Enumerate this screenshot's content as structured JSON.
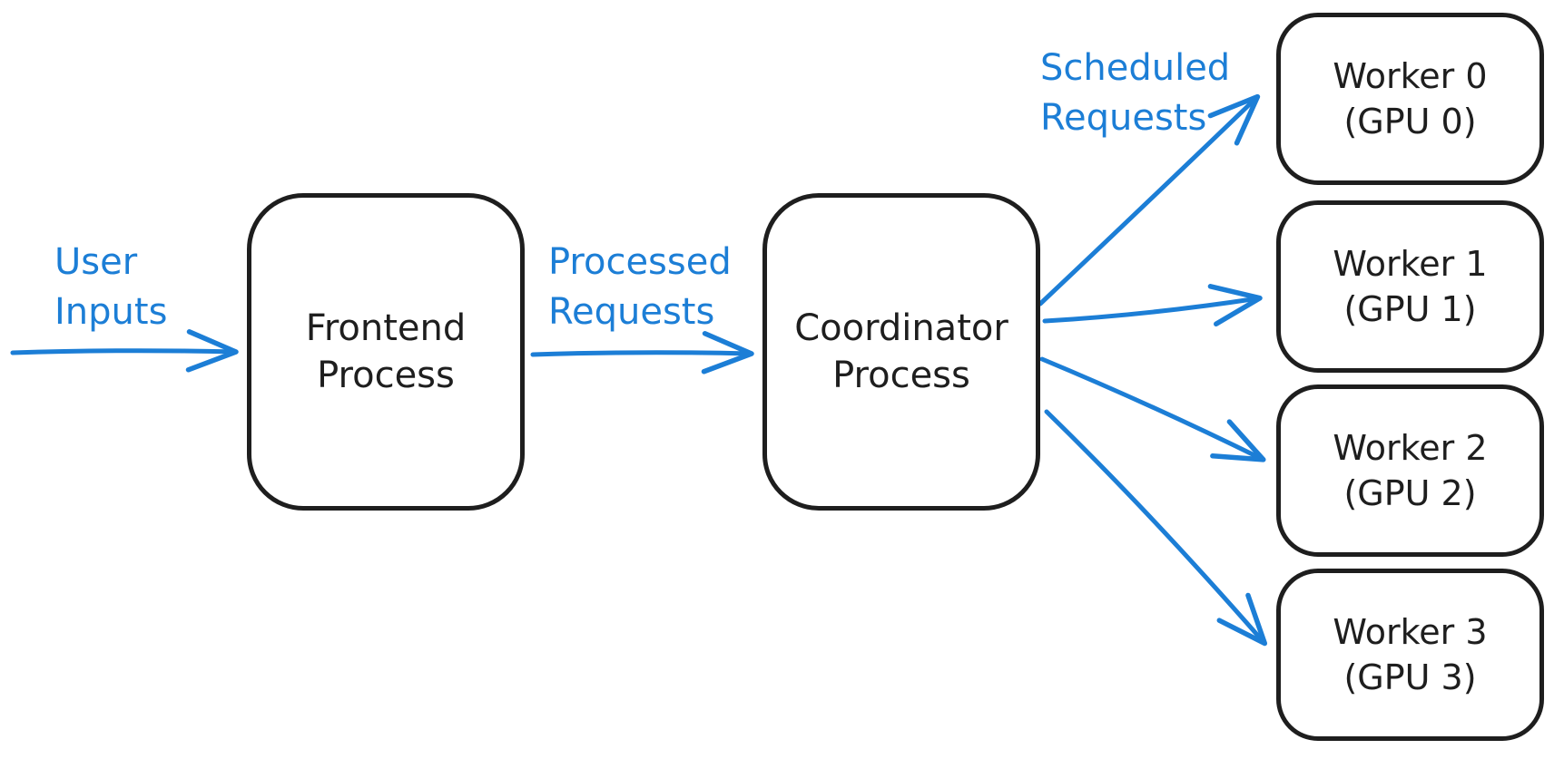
{
  "colors": {
    "ink": "#1e1e1e",
    "accent": "#1c7ed6",
    "bg": "#ffffff"
  },
  "labels": {
    "user_inputs": {
      "line1": "User",
      "line2": "Inputs"
    },
    "processed_requests": {
      "line1": "Processed",
      "line2": "Requests"
    },
    "scheduled_requests": {
      "line1": "Scheduled",
      "line2": "Requests"
    }
  },
  "nodes": {
    "frontend": {
      "line1": "Frontend",
      "line2": "Process"
    },
    "coordinator": {
      "line1": "Coordinator",
      "line2": "Process"
    },
    "workers": [
      {
        "line1": "Worker 0",
        "line2": "(GPU 0)"
      },
      {
        "line1": "Worker 1",
        "line2": "(GPU 1)"
      },
      {
        "line1": "Worker 2",
        "line2": "(GPU 2)"
      },
      {
        "line1": "Worker 3",
        "line2": "(GPU 3)"
      }
    ]
  }
}
